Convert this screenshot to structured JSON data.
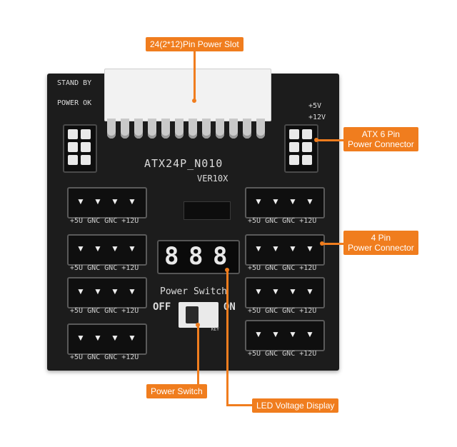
{
  "callouts": {
    "slot": "24(2*12)Pin Power Slot",
    "atx6": [
      "ATX 6 Pin",
      "Power Connector"
    ],
    "pin4": [
      "4 Pin",
      "Power Connector"
    ],
    "switch": "Power Switch",
    "led": "LED Voltage Display"
  },
  "board": {
    "stand_by": "STAND BY",
    "power_ok": "POWER OK",
    "model": "ATX24P_N010",
    "version": "VER10X",
    "v5": "+5V",
    "v12": "+12V",
    "switch_title": "Power Switch",
    "off": "OFF",
    "on": "ON",
    "key": "KEY",
    "display": [
      "8",
      "8",
      "8"
    ],
    "molex_label": "+5U GNC GNC +12U"
  },
  "colors": {
    "accent": "#f07d1e",
    "board": "#1c1c1c"
  }
}
